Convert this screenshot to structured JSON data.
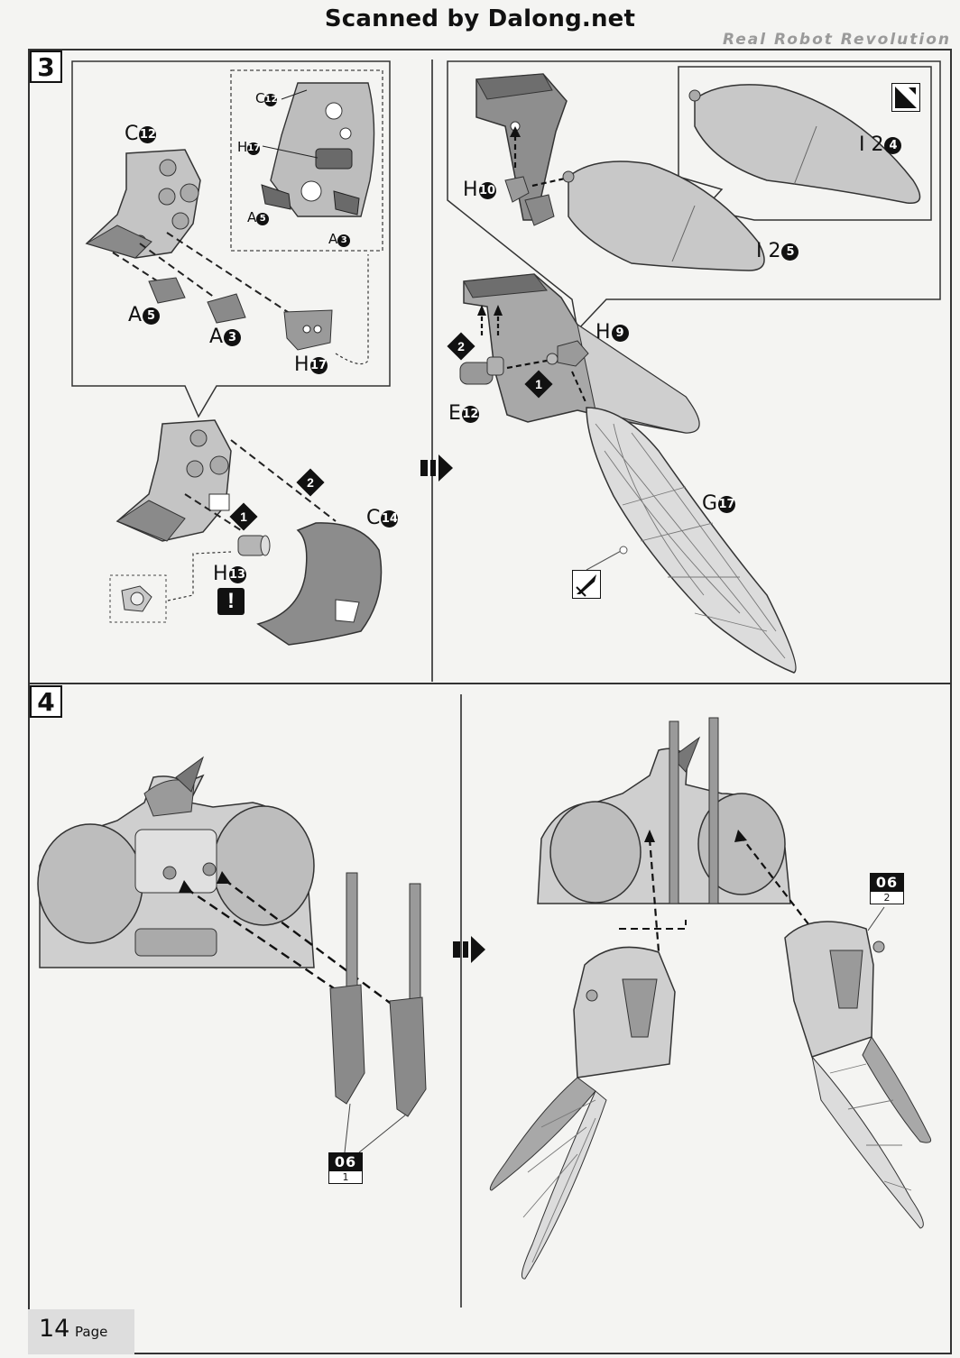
{
  "header": {
    "scanned_by": "Scanned by Dalong.net",
    "brand": "Real Robot Revolution"
  },
  "steps": [
    {
      "number": "3",
      "left_panel": {
        "parts_top": {
          "C12_prefix": "C",
          "C12_num": "12",
          "A5_prefix": "A",
          "A5_num": "5",
          "A3_prefix": "A",
          "A3_num": "3",
          "H17_prefix": "H",
          "H17_num": "17"
        },
        "inset": {
          "C12_prefix": "C",
          "C12_num": "12",
          "H17_prefix": "H",
          "H17_num": "17",
          "A5_prefix": "A",
          "A5_num": "5",
          "A3_prefix": "A",
          "A3_num": "3"
        },
        "assembly": {
          "order1": "1",
          "order2": "2",
          "C14_prefix": "C",
          "C14_num": "14",
          "H13_prefix": "H",
          "H13_num": "13",
          "warning": "!"
        }
      },
      "right_panel": {
        "inset": {
          "H10_prefix": "H",
          "H10_num": "10",
          "I24_prefix": "I 2",
          "I24_num": "4",
          "I25_prefix": "I 2",
          "I25_num": "5"
        },
        "assembly": {
          "H9_prefix": "H",
          "H9_num": "9",
          "E12_prefix": "E",
          "E12_num": "12",
          "G17_prefix": "G",
          "G17_num": "17",
          "order1": "1",
          "order2": "2"
        }
      }
    },
    {
      "number": "4",
      "left_panel": {
        "tag_code": "06",
        "tag_sub": "1"
      },
      "right_panel": {
        "tag_code": "06",
        "tag_sub": "2"
      }
    }
  ],
  "footer": {
    "page_number": "14",
    "page_word": "Page"
  },
  "colors": {
    "frame": "#333333",
    "part_gray": "#c8c8c8",
    "part_dark": "#7a7a7a",
    "paper": "#f4f4f2"
  }
}
